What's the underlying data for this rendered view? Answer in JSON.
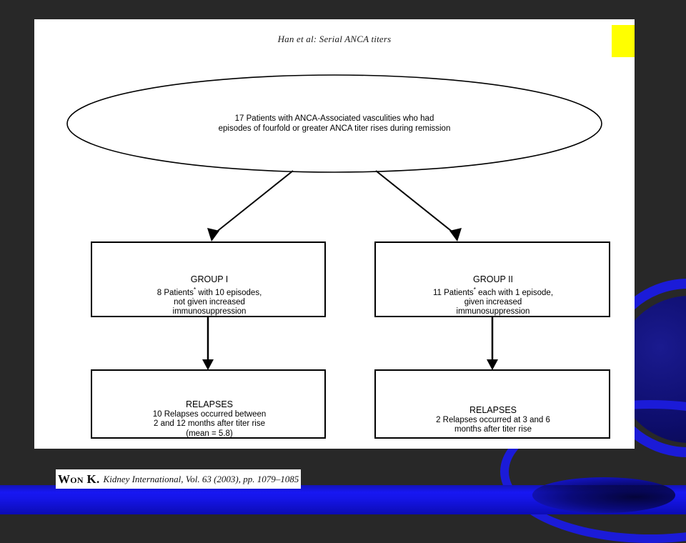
{
  "slide": {
    "header": "Han et al: Serial ANCA titers",
    "marker_color": "#ffff00",
    "background_color": "#282828",
    "slide_color": "#ffffff",
    "accent_blue": "#1b1bd8"
  },
  "diagram": {
    "type": "flowchart",
    "root": {
      "shape": "ellipse",
      "line1": "17 Patients with ANCA-Associated vasculities who had",
      "line2": "episodes of fourfold or greater ANCA titer rises during remission"
    },
    "branches": [
      {
        "id": "group-1",
        "shape": "rectangle",
        "title": "GROUP I",
        "line2_a": "8 Patients",
        "line2_mark": "*",
        "line2_b": " with 10 episodes,",
        "line3": "not given increased",
        "line4": "immunosuppression",
        "outcome": {
          "id": "relapses-1",
          "title": "RELAPSES",
          "line2": "10 Relapses occurred between",
          "line3": "2 and 12 months after titer rise",
          "line4": "(mean = 5.8)"
        }
      },
      {
        "id": "group-2",
        "shape": "rectangle",
        "title": "GROUP II",
        "line2_a": "11 Patients",
        "line2_mark": "*",
        "line2_b": " each with 1 episode,",
        "line3": "given increased",
        "line4": "immunosuppression",
        "outcome": {
          "id": "relapses-2",
          "title": "RELAPSES",
          "line2": "2 Relapses occurred at 3 and 6",
          "line3": "months after titer rise",
          "line4": ""
        }
      }
    ]
  },
  "footer": {
    "brand": "Won K.",
    "citation": "Kidney International, Vol. 63 (2003), pp. 1079–1085"
  }
}
